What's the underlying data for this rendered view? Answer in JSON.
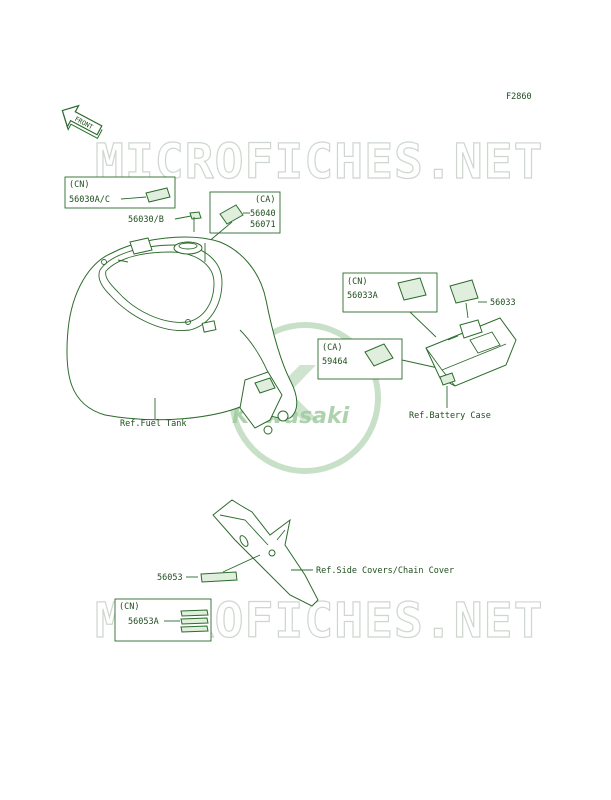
{
  "figure_code": "F2860",
  "front_arrow_label": "FRONT",
  "watermark_text": "MICROFICHES.NET",
  "logo_text": "Kawasaki",
  "labels": {
    "cn_box1": "(CN)",
    "p56030ac": "56030A/C",
    "p56030b": "56030/B",
    "ca_box1": "(CA)",
    "p56040": "56040",
    "p56071": "56071",
    "cn_box2": "(CN)",
    "p56033a": "56033A",
    "p56033": "56033",
    "ca_box2": "(CA)",
    "p59464": "59464",
    "ref_fuel_tank": "Ref.Fuel Tank",
    "ref_battery_case": "Ref.Battery Case",
    "ref_side_covers": "Ref.Side Covers/Chain Cover",
    "p56053": "56053",
    "cn_box3": "(CN)",
    "p56053a": "56053A"
  },
  "colors": {
    "line": "#2c6b2c",
    "text": "#1f4e1f",
    "watermark": "#cfd6cf",
    "logo": "#9fcb9f"
  }
}
